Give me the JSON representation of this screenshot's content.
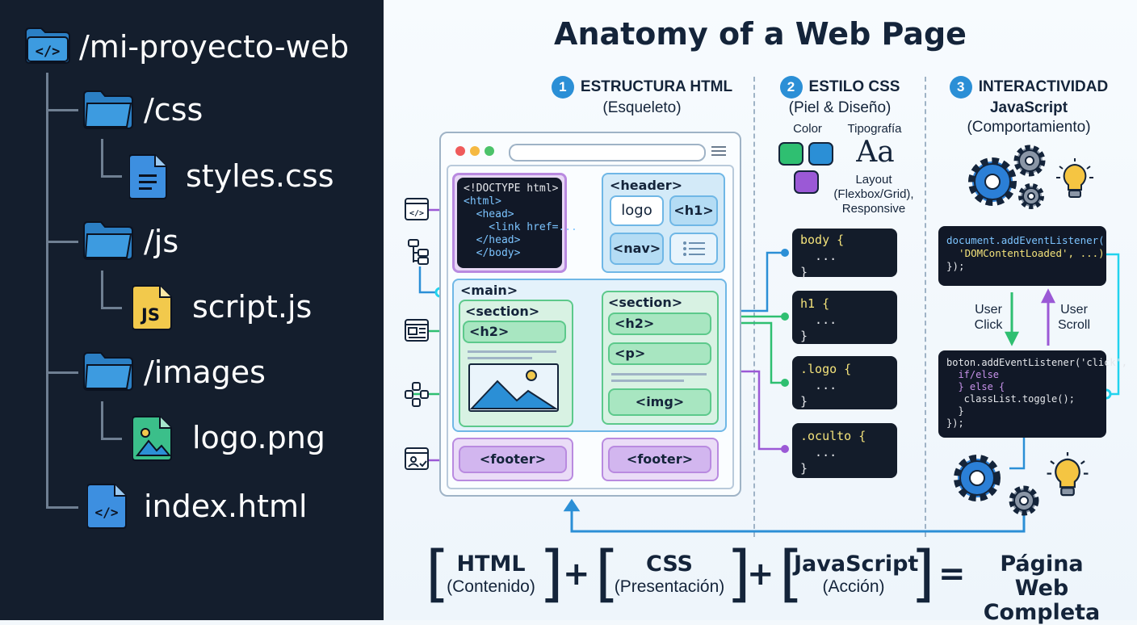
{
  "file_tree": {
    "root": "/mi-proyecto-web",
    "items": [
      {
        "name": "/css",
        "type": "folder"
      },
      {
        "name": "styles.css",
        "type": "file"
      },
      {
        "name": "/js",
        "type": "folder"
      },
      {
        "name": "script.js",
        "type": "file",
        "badge": "JS"
      },
      {
        "name": "/images",
        "type": "folder"
      },
      {
        "name": "logo.png",
        "type": "file"
      },
      {
        "name": "index.html",
        "type": "file"
      }
    ]
  },
  "title": "Anatomy of a Web Page",
  "columns": [
    {
      "num": "1",
      "title": "ESTRUCTURA HTML",
      "subtitle": "(Esqueleto)"
    },
    {
      "num": "2",
      "title": "ESTILO CSS",
      "subtitle": "(Piel & Diseño)"
    },
    {
      "num": "3",
      "title": "INTERACTIVIDAD",
      "title2": "JavaScript",
      "subtitle": "(Comportamiento)"
    }
  ],
  "html_panel": {
    "code_lines": [
      "<!DOCTYPE html>",
      "<html>",
      "  <head>",
      "    <link href=...",
      "  </head>",
      "  </body>"
    ],
    "header": "<header>",
    "logo": "logo",
    "h1": "<h1>",
    "nav": "<nav>",
    "main": "<main>",
    "section_left": "<section>",
    "h2_left": "<h2>",
    "section_right": "<section>",
    "h2_right": "<h2>",
    "p": "<p>",
    "img": "<img>",
    "footer_left": "<footer>",
    "footer_right": "<footer>"
  },
  "css_panel": {
    "color_label": "Color",
    "typo_label": "Tipografía",
    "typo_sample": "Aa",
    "layout_lines": [
      "Layout",
      "(Flexbox/Grid),",
      "Responsive"
    ],
    "swatches": [
      "#2fbf71",
      "#2b8fd6",
      "#9b59d6"
    ],
    "rules": [
      [
        "body {",
        "  ...",
        "}"
      ],
      [
        "h1 {",
        "  ...",
        "}"
      ],
      [
        ".logo {",
        "  ...",
        "}"
      ],
      [
        ".oculto {",
        "  ...",
        "}"
      ]
    ]
  },
  "js_panel": {
    "code1": [
      "document.addEventListener(",
      "  'DOMContentLoaded', ...)",
      "});"
    ],
    "user_click": [
      "User",
      "Click"
    ],
    "user_scroll": [
      "User",
      "Scroll"
    ],
    "code2": [
      "boton.addEventListener('click',",
      "  if/else",
      "  } else {",
      "   classList.toggle();",
      "  }",
      "});"
    ]
  },
  "formula": {
    "html": "HTML",
    "html_sub": "(Contenido)",
    "css": "CSS",
    "css_sub": "(Presentación)",
    "js": "JavaScript",
    "js_sub": "(Acción)",
    "plus1": "+",
    "plus2": "+",
    "equals": "=",
    "result_line1": "Página Web",
    "result_line2": "Completa"
  },
  "colors": {
    "dark_bg": "#141e2d",
    "folder": "#3d9be0",
    "html_purple": "#9b59d6",
    "css_green": "#2fbf71",
    "accent_blue": "#2b8fd6",
    "cyan_glow": "#22d3ee"
  }
}
